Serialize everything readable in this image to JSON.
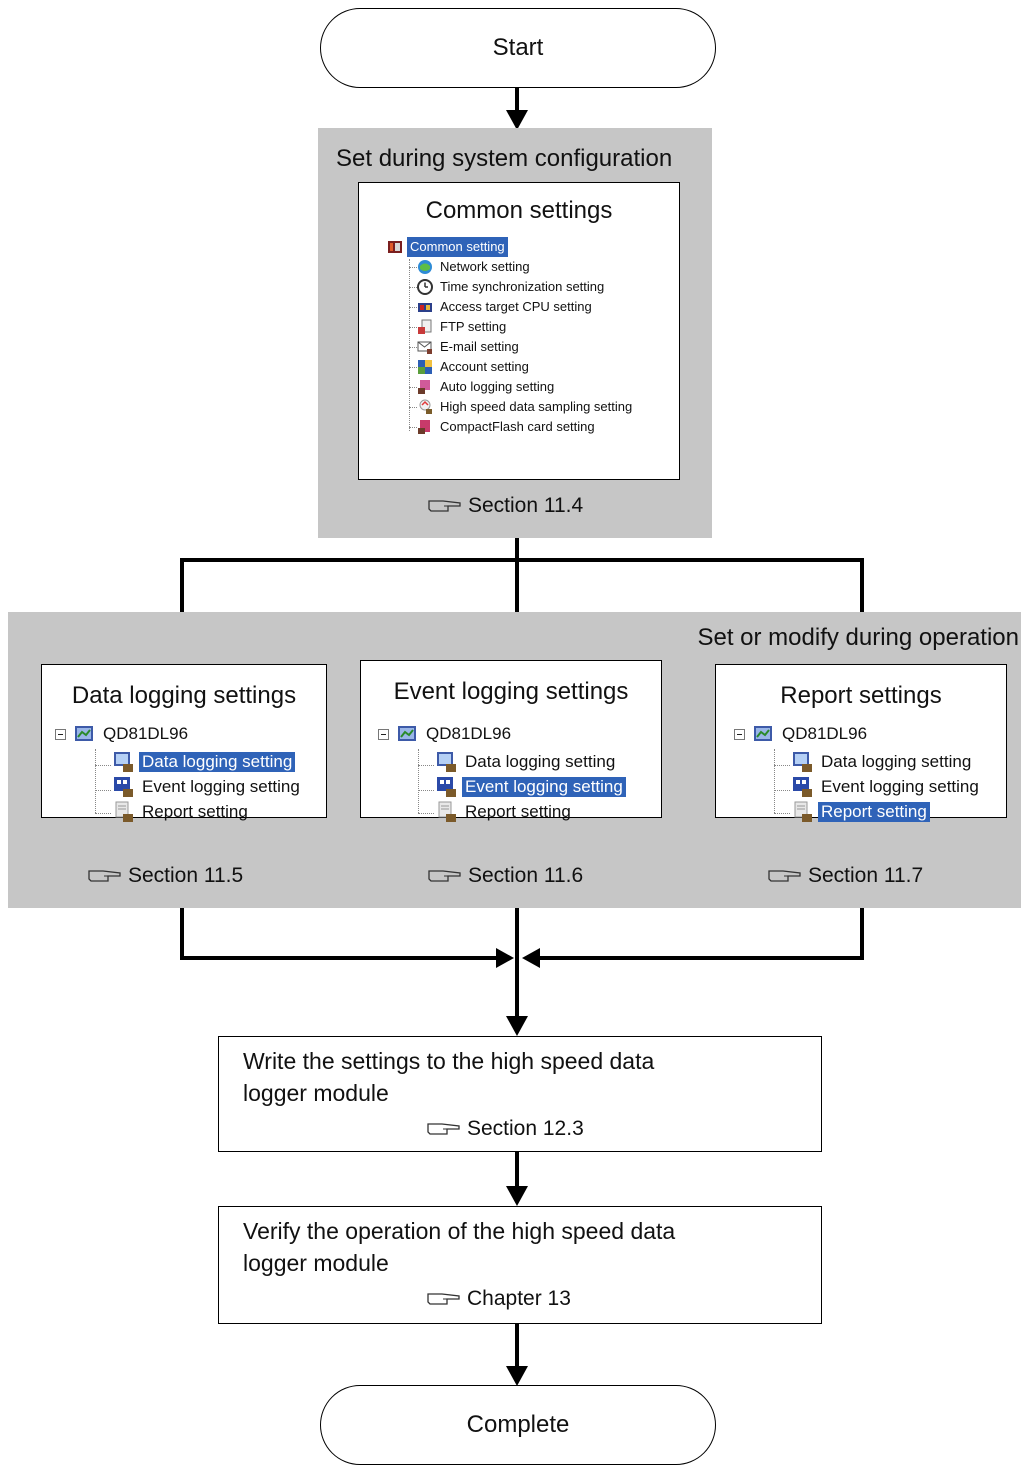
{
  "start": {
    "label": "Start"
  },
  "system_config_panel": {
    "caption": "Set during system configuration",
    "window": {
      "title": "Common settings",
      "tree": [
        {
          "label": "Common setting",
          "icon": "module-icon",
          "selected": true
        },
        {
          "label": "Network setting",
          "icon": "network-icon"
        },
        {
          "label": "Time synchronization setting",
          "icon": "clock-icon"
        },
        {
          "label": "Access target CPU setting",
          "icon": "cpu-icon"
        },
        {
          "label": "FTP setting",
          "icon": "ftp-icon"
        },
        {
          "label": "E-mail setting",
          "icon": "mail-icon"
        },
        {
          "label": "Account setting",
          "icon": "account-icon"
        },
        {
          "label": "Auto logging setting",
          "icon": "auto-logging-icon"
        },
        {
          "label": "High speed data sampling setting",
          "icon": "sampling-icon"
        },
        {
          "label": "CompactFlash card setting",
          "icon": "cf-card-icon"
        }
      ]
    },
    "reference": "Section 11.4"
  },
  "operation_panel": {
    "caption": "Set or modify during operation",
    "windows": [
      {
        "title": "Data logging settings",
        "root": "QD81DL96",
        "items": [
          "Data logging setting",
          "Event logging setting",
          "Report setting"
        ],
        "selected_index": 0,
        "reference": "Section 11.5"
      },
      {
        "title": "Event logging settings",
        "root": "QD81DL96",
        "items": [
          "Data logging setting",
          "Event logging setting",
          "Report setting"
        ],
        "selected_index": 1,
        "reference": "Section 11.6"
      },
      {
        "title": "Report settings",
        "root": "QD81DL96",
        "items": [
          "Data logging setting",
          "Event logging setting",
          "Report setting"
        ],
        "selected_index": 2,
        "reference": "Section 11.7"
      }
    ]
  },
  "write_step": {
    "line1": "Write the settings to the high speed data",
    "line2": "logger module",
    "reference": "Section 12.3"
  },
  "verify_step": {
    "line1": "Verify the operation of the high speed data",
    "line2": "logger module",
    "reference": "Chapter 13"
  },
  "complete": {
    "label": "Complete"
  },
  "colors": {
    "panel": "#c6c6c6",
    "selection": "#2f63b8",
    "connector": "#000000"
  }
}
